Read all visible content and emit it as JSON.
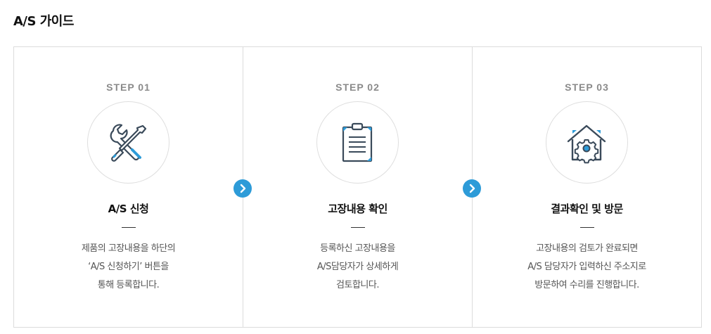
{
  "page": {
    "title": "A/S 가이드"
  },
  "colors": {
    "accent": "#2d9bd8",
    "border": "#dcdcdc",
    "step_label": "#8a8a8a",
    "icon_stroke": "#3a4a5a"
  },
  "steps": [
    {
      "label": "STEP 01",
      "icon": "wrench-screwdriver-icon",
      "title": "A/S 신청",
      "desc": [
        "제품의 고장내용을 하단의",
        "‘A/S 신청하기’ 버튼을",
        "통해 등록합니다."
      ]
    },
    {
      "label": "STEP 02",
      "icon": "clipboard-icon",
      "title": "고장내용 확인",
      "desc": [
        "등록하신 고장내용을",
        "A/S담당자가 상세하게",
        "검토합니다."
      ]
    },
    {
      "label": "STEP 03",
      "icon": "house-gear-icon",
      "title": "결과확인 및 방문",
      "desc": [
        "고장내용의 검토가 완료되면",
        "A/S 담당자가 입력하신 주소지로",
        "방문하여 수리를 진행합니다."
      ]
    }
  ],
  "arrows": [
    {
      "icon": "chevron-right-icon"
    },
    {
      "icon": "chevron-right-icon"
    }
  ]
}
